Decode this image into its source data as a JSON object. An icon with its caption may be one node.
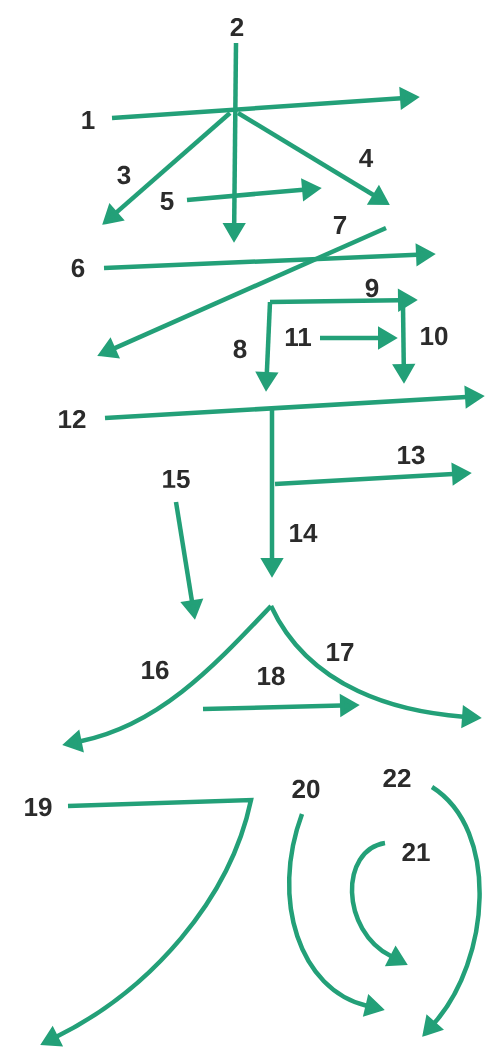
{
  "diagram": {
    "labels": [
      "2",
      "1",
      "4",
      "3",
      "5",
      "7",
      "6",
      "9",
      "11",
      "10",
      "8",
      "12",
      "13",
      "15",
      "14",
      "17",
      "16",
      "18",
      "22",
      "20",
      "19",
      "21"
    ]
  }
}
